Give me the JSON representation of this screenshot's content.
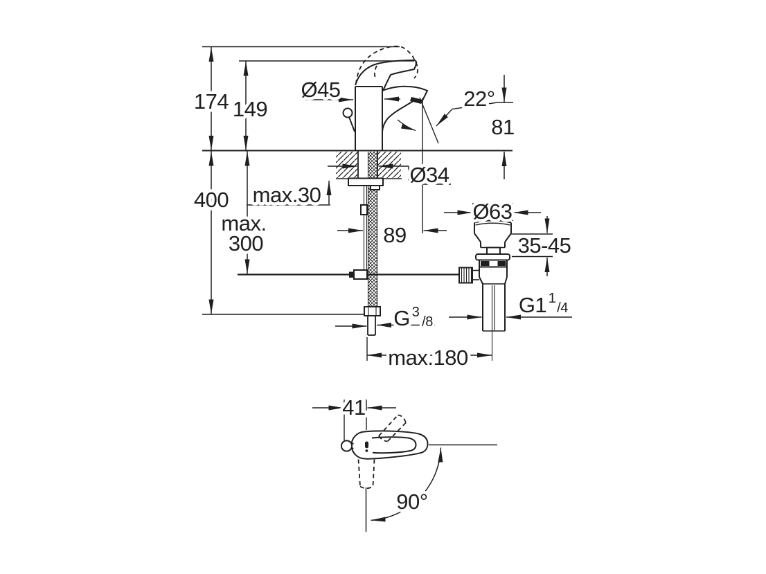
{
  "dims": {
    "h_total": "174",
    "h_spout": "149",
    "h_below": "400",
    "max_depth_l1": "max.",
    "max_depth_l2": "300",
    "deck_thickness": "max.30",
    "body_dia": "Ø45",
    "spout_angle": "22°",
    "outlet_height": "81",
    "hole_dia": "Ø34",
    "reach": "89",
    "drain_dia": "Ø63",
    "basin_range": "35-45",
    "supply_thread_base": "G",
    "supply_thread_sup": "3",
    "supply_thread_sub": "/8",
    "waste_thread_base": "G1",
    "waste_thread_sup": "1",
    "waste_thread_sub": "/4",
    "max_spread": "max.180",
    "handle_width": "41",
    "swivel_angle": "90°"
  },
  "colors": {
    "background": "#ffffff",
    "line": "#1f1f1f"
  }
}
